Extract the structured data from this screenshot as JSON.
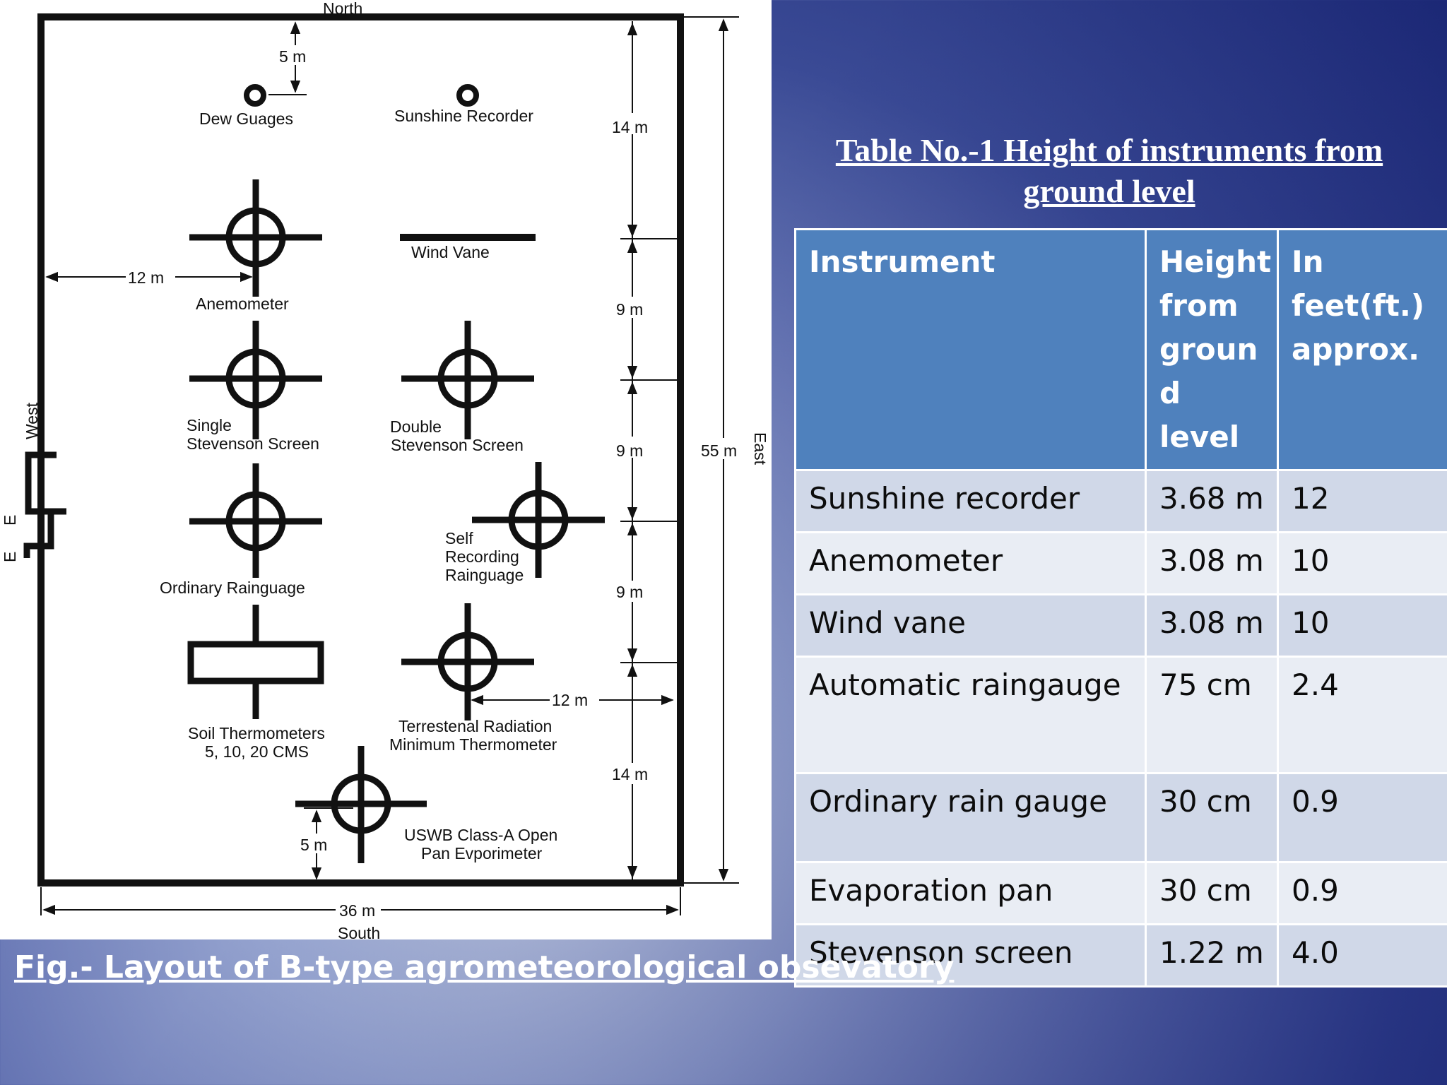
{
  "diagram": {
    "directions": {
      "north": "North",
      "south": "South",
      "east": "East",
      "west": "West"
    },
    "gate_label": "E",
    "instruments": {
      "dew_gauges": "Dew Guages",
      "sunshine_recorder": "Sunshine Recorder",
      "wind_vane": "Wind Vane",
      "anemometer": "Anemometer",
      "single_stevenson_1": "Single",
      "single_stevenson_2": "Stevenson Screen",
      "double_stevenson_1": "Double",
      "double_stevenson_2": "Stevenson Screen",
      "self_recording_1": "Self",
      "self_recording_2": "Recording",
      "self_recording_3": "Rainguage",
      "ordinary_rainguage": "Ordinary Rainguage",
      "soil_thermometers_1": "Soil Thermometers",
      "soil_thermometers_2": "5, 10, 20 CMS",
      "terrestrial_1": "Terrestenal Radiation",
      "terrestrial_2": "Minimum Thermometer",
      "pan_1": "USWB Class-A Open",
      "pan_2": "Pan Evporimeter"
    },
    "dimensions": {
      "top_offset": "5 m",
      "left_offset": "12 m",
      "right_inner": "12 m",
      "bottom_offset": "5 m",
      "width": "36 m",
      "height": "55 m",
      "seg_14_top": "14 m",
      "seg_9_a": "9 m",
      "seg_9_b": "9 m",
      "seg_9_c": "9 m",
      "seg_14_bottom": "14 m"
    }
  },
  "table": {
    "title_line1": "Table No.-1 Height of instruments from",
    "title_line2": "ground level",
    "headers": {
      "instrument": "Instrument",
      "height_1": "Height",
      "height_2": "from",
      "height_3": "groun",
      "height_4": "d level",
      "feet_1": "In",
      "feet_2": "feet(ft.)",
      "feet_3": "approx."
    },
    "rows": [
      {
        "instrument": "Sunshine recorder",
        "height": "3.68 m",
        "feet": "12"
      },
      {
        "instrument": "Anemometer",
        "height": "3.08 m",
        "feet": "10"
      },
      {
        "instrument": "Wind vane",
        "height": "3.08 m",
        "feet": "10"
      },
      {
        "instrument": "Automatic raingauge",
        "height": "75 cm",
        "feet": "2.4"
      },
      {
        "instrument": "Ordinary rain gauge",
        "height": "30 cm",
        "feet": "0.9"
      },
      {
        "instrument": "Evaporation pan",
        "height": "30 cm",
        "feet": "0.9"
      },
      {
        "instrument": "Stevenson screen",
        "height": "1.22 m",
        "feet": "4.0"
      }
    ]
  },
  "caption": "Fig.-  Layout of B-type agrometeorological obsevatory"
}
